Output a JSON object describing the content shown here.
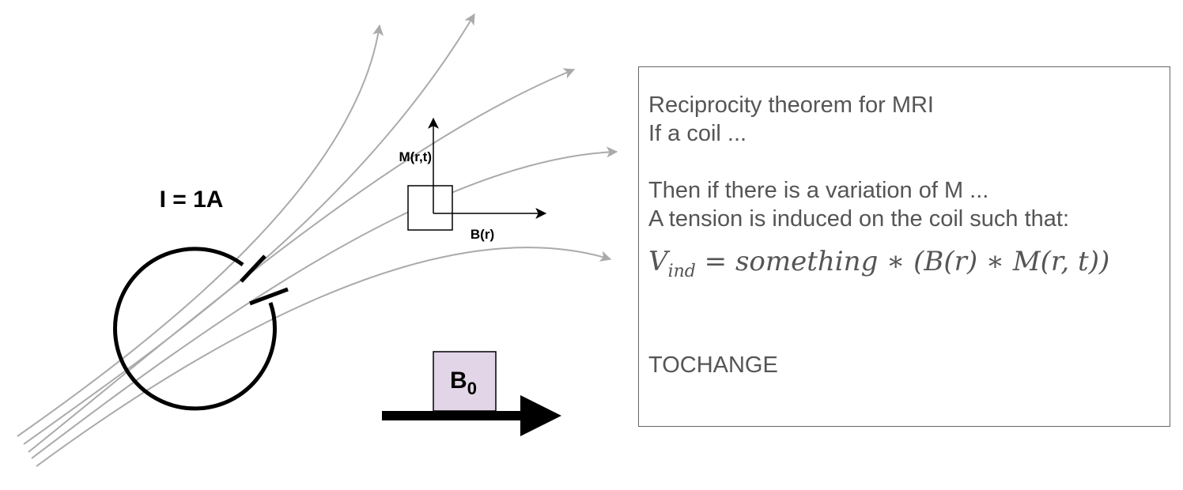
{
  "coil": {
    "current_label": "I = 1A"
  },
  "voxel": {
    "m_label": "M(r,t)",
    "b_label": "B(r)"
  },
  "static_field": {
    "label_main": "B",
    "label_sub": "0",
    "box_fill": "#e1d5e7",
    "arrow_color": "#000000"
  },
  "field_lines": {
    "color": "#aaaaaa"
  },
  "textbox": {
    "line1": "Reciprocity theorem for MRI",
    "line2": "If a coil ...",
    "line3": "Then if there is a variation of M ...",
    "line4": "A tension is induced on the coil such that:",
    "equation": {
      "lhs": "V",
      "lhs_sub": "ind",
      "rhs": " = something ∗ (B(r) ∗ M(r, t))"
    },
    "footer": "TOCHANGE"
  }
}
